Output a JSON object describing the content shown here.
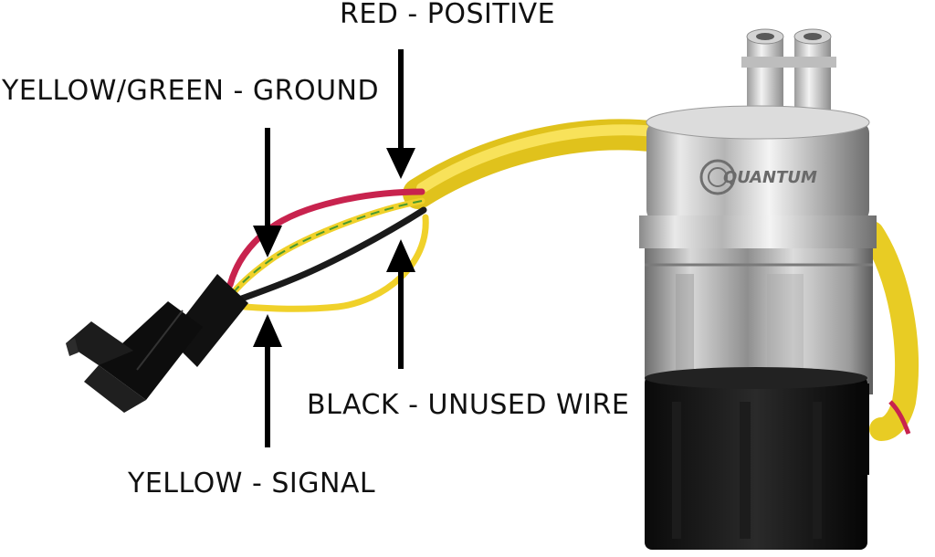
{
  "labels": {
    "red_positive": "RED - POSITIVE",
    "yellow_green_ground": "YELLOW/GREEN - GROUND",
    "black_unused": "BLACK - UNUSED WIRE",
    "yellow_signal": "YELLOW - SIGNAL"
  },
  "pump_brand": "QUANTUM",
  "colors": {
    "red_wire": "#c8234e",
    "yellow_wire": "#f0d12a",
    "green_stripe": "#4a9a2e",
    "black_wire": "#1a1a1a",
    "sleeve": "#f2d428",
    "metal": "#c9c9c9",
    "arrow": "#000000"
  }
}
